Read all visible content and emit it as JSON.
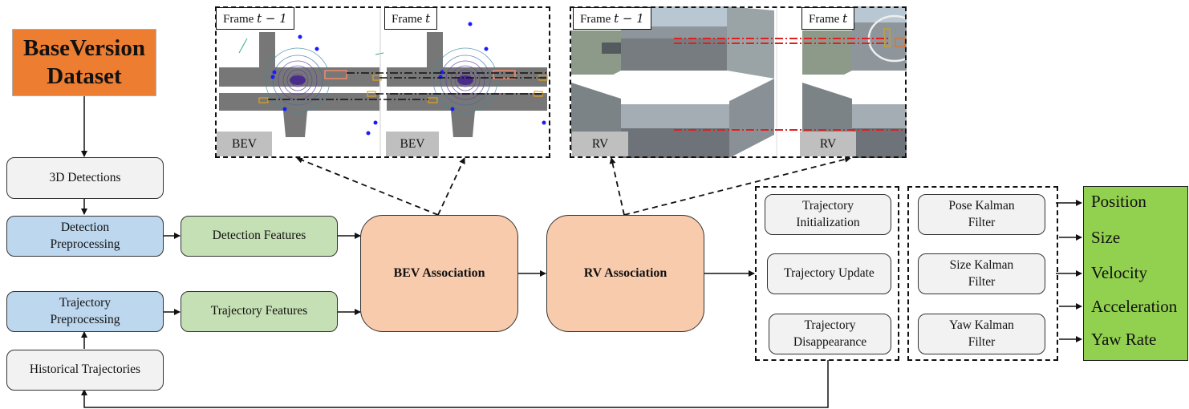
{
  "dataset": {
    "line1": "BaseVersion",
    "line2": "Dataset",
    "color": "#ed7d31"
  },
  "pipeline": {
    "detections_3d": "3D Detections",
    "detection_preprocessing": [
      "Detection",
      "Preprocessing"
    ],
    "trajectory_preprocessing": [
      "Trajectory",
      "Preprocessing"
    ],
    "historical_trajectories": "Historical Trajectories",
    "detection_features": "Detection Features",
    "trajectory_features": "Trajectory Features",
    "bev_association": "BEV Association",
    "rv_association": "RV Association"
  },
  "trajectory_management": {
    "items": [
      [
        "Trajectory",
        "Initialization"
      ],
      [
        "Trajectory Update"
      ],
      [
        "Trajectory",
        "Disappearance"
      ]
    ]
  },
  "kalman_filters": {
    "items": [
      [
        "Pose Kalman",
        "Filter"
      ],
      [
        "Size Kalman",
        "Filter"
      ],
      [
        "Yaw Kalman",
        "Filter"
      ]
    ]
  },
  "outputs": {
    "color": "#92d050",
    "items": [
      "Position",
      "Size",
      "Velocity",
      "Acceleration",
      "Yaw Rate"
    ]
  },
  "bev_panel": {
    "frame_prev": {
      "prefix": "Frame ",
      "var": "t − 1"
    },
    "frame_curr": {
      "prefix": "Frame ",
      "var": "t"
    },
    "tag": "BEV"
  },
  "rv_panel": {
    "frame_prev": {
      "prefix": "Frame ",
      "var": "t − 1"
    },
    "frame_curr": {
      "prefix": "Frame ",
      "var": "t"
    },
    "tag": "RV"
  },
  "colors": {
    "grey_box": "#f2f2f2",
    "blue_box": "#bdd7ee",
    "green_box": "#c5e0b4",
    "association_box": "#f8cbad"
  }
}
